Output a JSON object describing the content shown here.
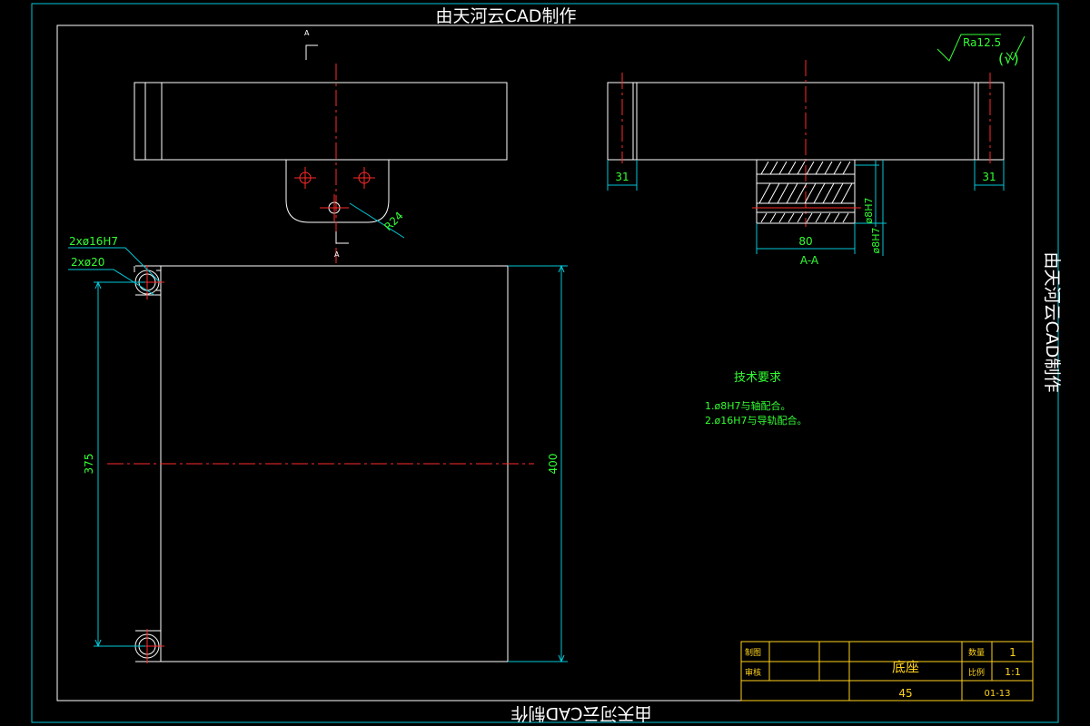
{
  "watermark": {
    "top": "由天河云CAD制作",
    "right": "由天河云CAD制作",
    "bottom": "由天河云CAD制作"
  },
  "section_marks": {
    "top_letter": "A",
    "bottom_letter": "A",
    "view_label": "A-A"
  },
  "dimensions": {
    "radius": "R24",
    "hole_small": "2xø16H7",
    "hole_large": "2xø20",
    "height_inner": "375",
    "height_outer": "400",
    "left_offset": "31",
    "right_offset": "31",
    "section_width": "80",
    "bore_a": "ø8H7",
    "bore_b": "ø8H7"
  },
  "surface_finish": {
    "value": "Ra12.5",
    "general": "(√)"
  },
  "tech_requirements": {
    "title": "技术要求",
    "items": [
      "1.ø8H7与轴配合。",
      "2.ø16H7与导轨配合。"
    ]
  },
  "title_block": {
    "designer_label": "制图",
    "checker_label": "审核",
    "part_name": "底座",
    "material": "45",
    "qty_label": "数量",
    "qty_value": "1",
    "scale_label": "比例",
    "scale_value": "1:1",
    "drawing_no": "01-13"
  },
  "colors": {
    "background": "#000000",
    "outline": "#ffffff",
    "border": "#00c8d8",
    "centerline": "#ff2a2a",
    "dimension": "#33ff33",
    "title_block": "#ffd21a"
  }
}
